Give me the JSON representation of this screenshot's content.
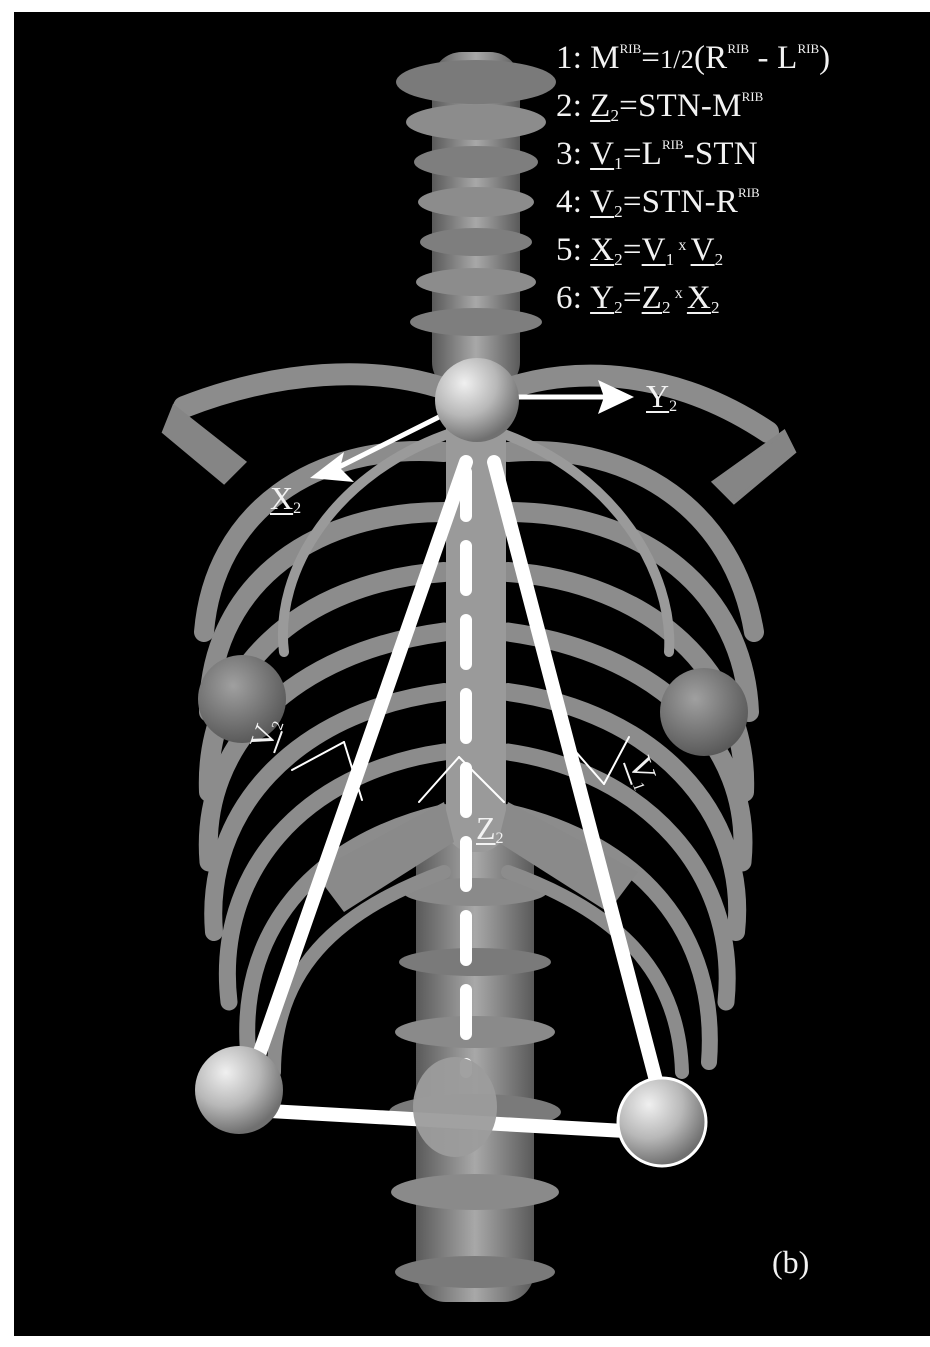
{
  "equations": [
    {
      "num": "1:",
      "parts": [
        "M",
        "RIB",
        "=",
        "1/2",
        "(R",
        "RIB",
        " - L",
        "RIB",
        ")"
      ]
    },
    {
      "num": "2:",
      "lhs": "Z",
      "lhs_sub": "2",
      "rhs": "=STN-M",
      "rhs_sup": "RIB"
    },
    {
      "num": "3:",
      "lhs": "V",
      "lhs_sub": "1",
      "rhs_a": "=L",
      "rhs_sup": "RIB",
      "rhs_b": "-STN"
    },
    {
      "num": "4:",
      "lhs": "V",
      "lhs_sub": "2",
      "rhs_a": "=STN-R",
      "rhs_sup": "RIB"
    },
    {
      "num": "5:",
      "lhs": "X",
      "lhs_sub": "2",
      "a": "V",
      "a_sub": "1",
      "op": "x",
      "b": "V",
      "b_sub": "2"
    },
    {
      "num": "6:",
      "lhs": "Y",
      "lhs_sub": "2",
      "a": "Z",
      "a_sub": "2",
      "op": "x",
      "b": "X",
      "b_sub": "2"
    }
  ],
  "labels": {
    "y2": {
      "base": "Y",
      "sub": "2"
    },
    "x2": {
      "base": "X",
      "sub": "2"
    },
    "v2": {
      "base": "V",
      "sub": "2"
    },
    "v1": {
      "base": "V",
      "sub": "1"
    },
    "z2": {
      "base": "Z",
      "sub": "2"
    }
  },
  "panel_label": "(b)",
  "colors": {
    "background": "#000000",
    "bone": "#8a8a8a",
    "overlay": "#ffffff",
    "text": "#f2f2f2"
  }
}
